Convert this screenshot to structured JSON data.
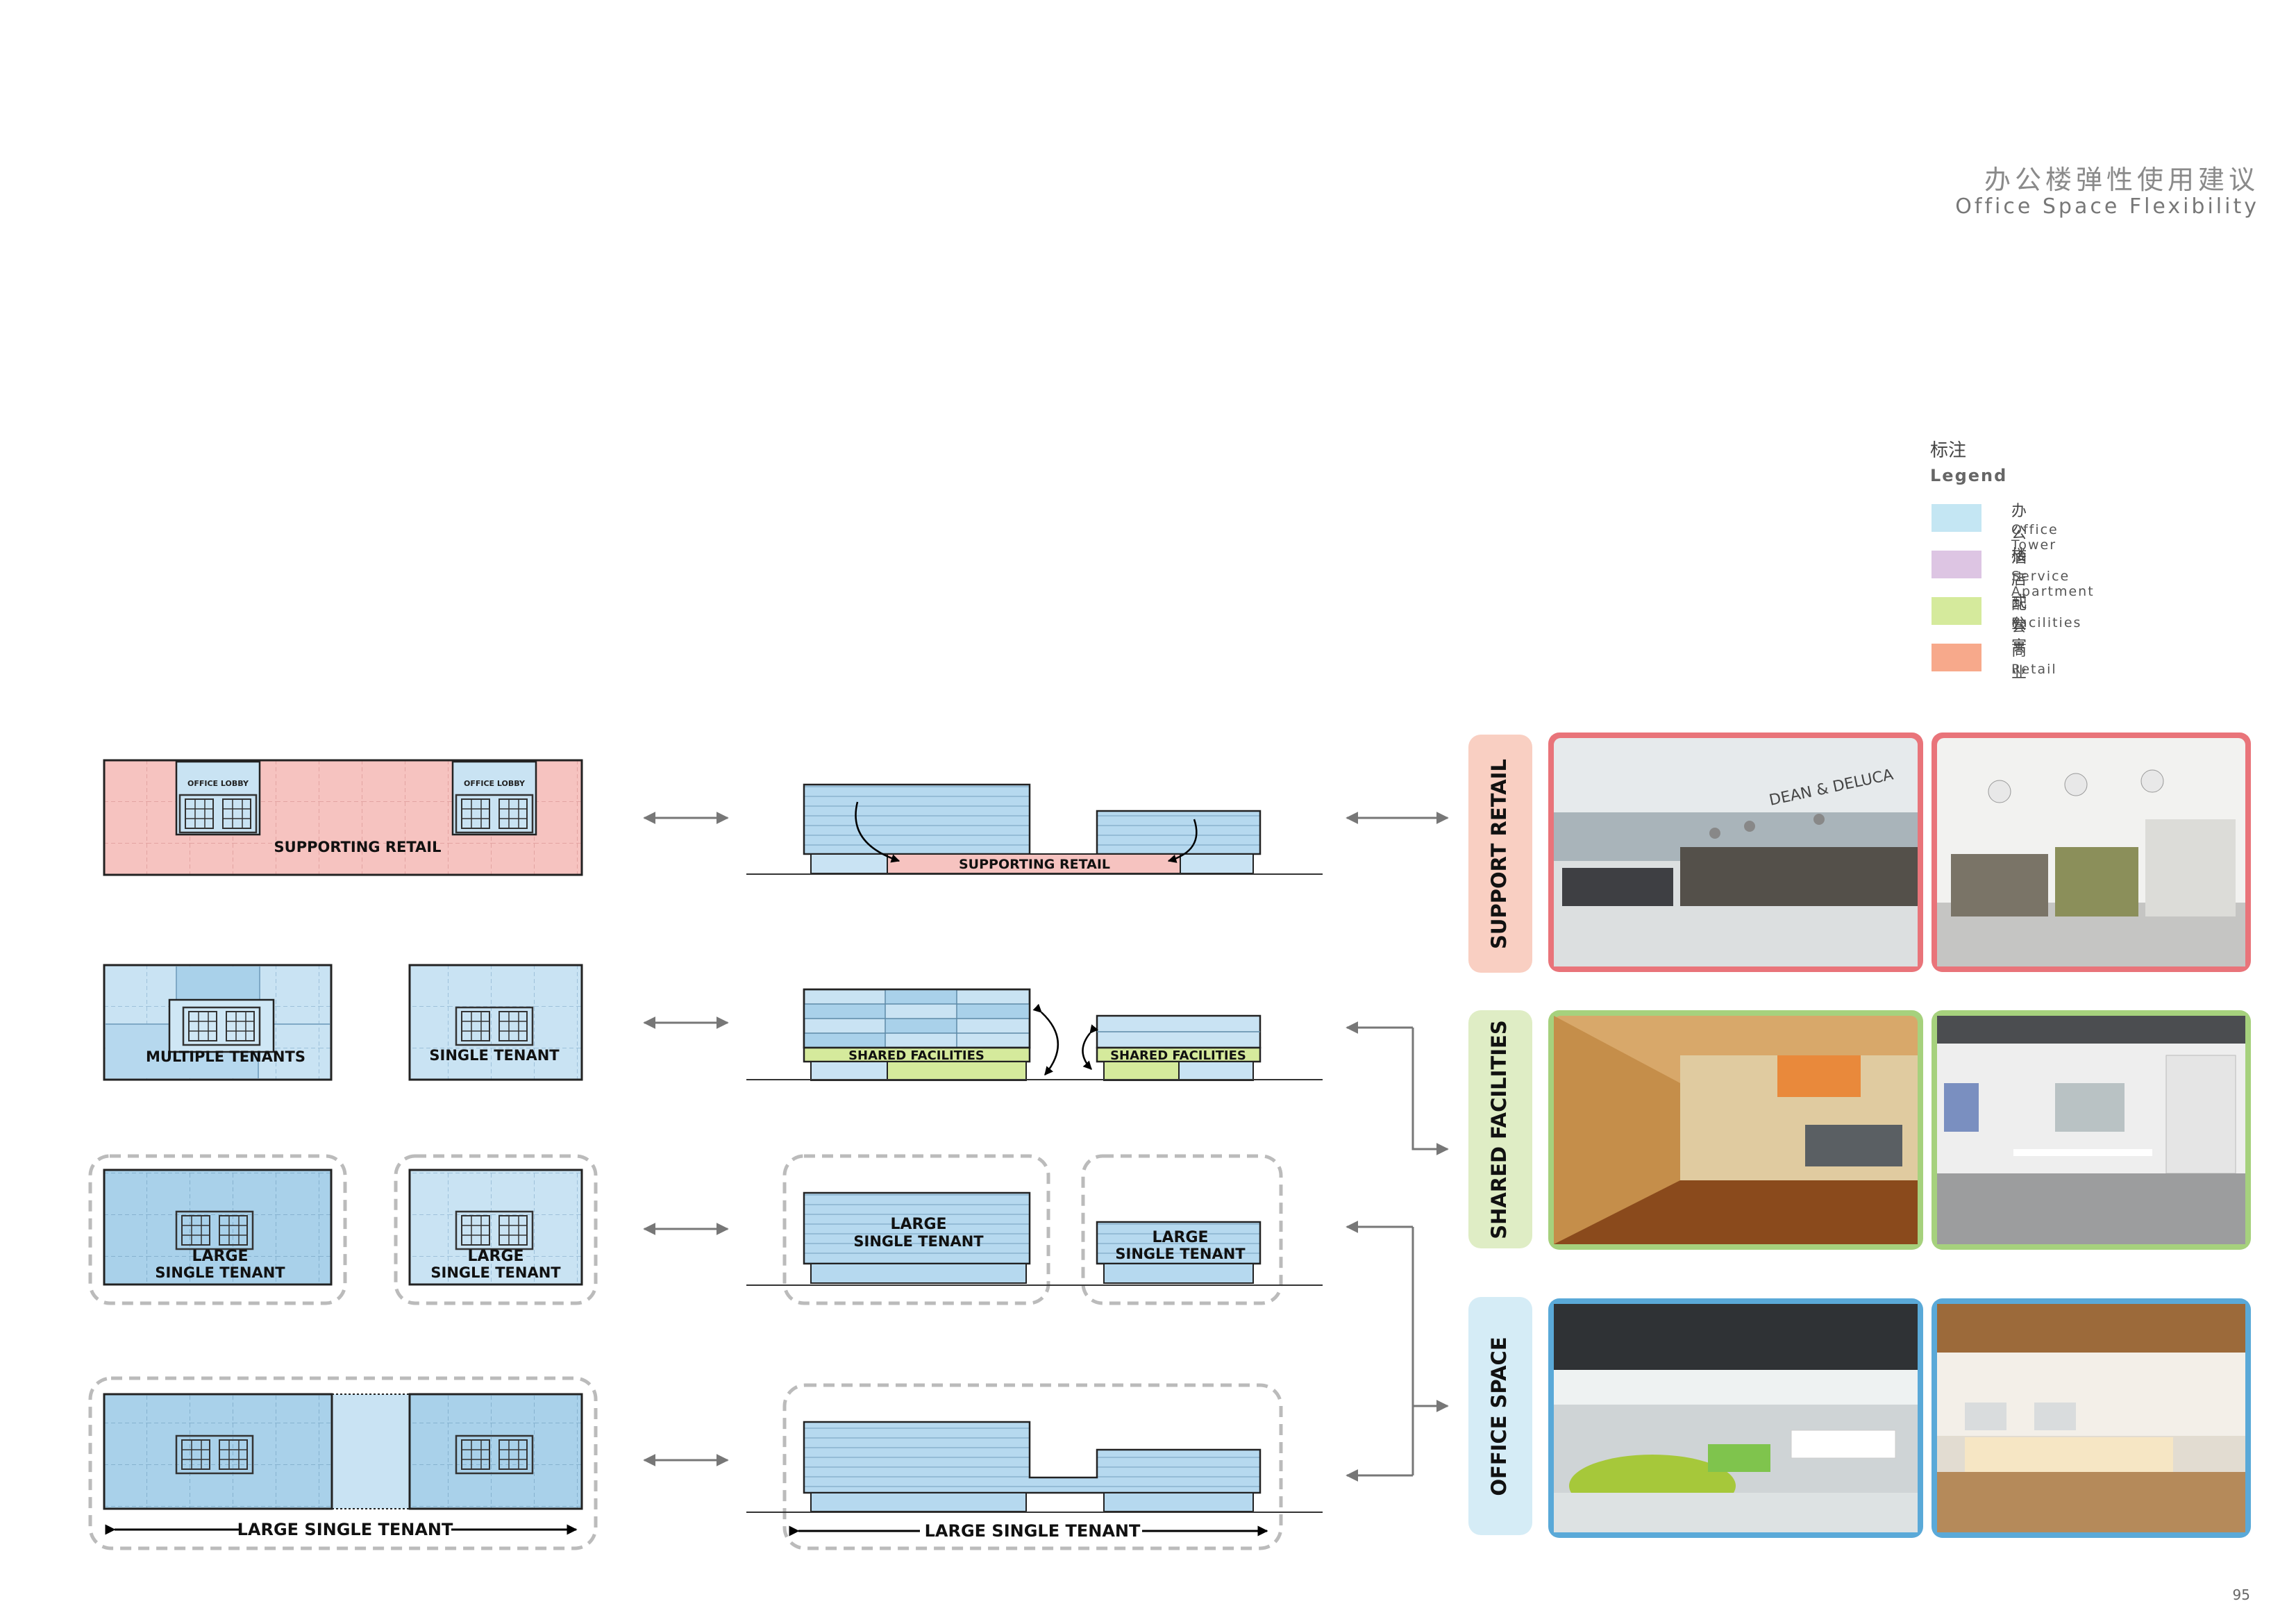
{
  "header": {
    "title_cn": "办公楼弹性使用建议",
    "title_en": "Office Space Flexibility"
  },
  "legend": {
    "title_cn": "标注",
    "title_en": "Legend",
    "items": [
      {
        "cn": "办公楼",
        "en": "Office Tower",
        "color": "#c4e6f3"
      },
      {
        "cn": "酒店式公寓",
        "en": "Service Apartment",
        "color": "#ddc5e3"
      },
      {
        "cn": "配套",
        "en": "Facilities",
        "color": "#d5ea9c"
      },
      {
        "cn": "商业",
        "en": "Retail",
        "color": "#f7a98b"
      }
    ]
  },
  "rows": {
    "row1": {
      "office_lobby": "OFFICE LOBBY",
      "plan_label": "SUPPORTING RETAIL",
      "section_label": "SUPPORTING RETAIL"
    },
    "row2": {
      "plan_label_a": "MULTIPLE TENANTS",
      "plan_label_b": "SINGLE TENANT",
      "section_label": "SHARED FACILITIES"
    },
    "row3": {
      "line1": "LARGE",
      "line2": "SINGLE TENANT"
    },
    "row4": {
      "plan_label": "LARGE SINGLE TENANT",
      "section_label": "LARGE SINGLE TENANT"
    }
  },
  "categories": [
    {
      "label": "SUPPORT RETAIL",
      "bg": "#f9cfc2",
      "border": "#e9747a"
    },
    {
      "label": "SHARED FACILITIES",
      "bg": "#dfedc5",
      "border": "#a6d17d"
    },
    {
      "label": "OFFICE SPACE",
      "bg": "#d5ecf6",
      "border": "#5aa9d8"
    }
  ],
  "photos": [
    {
      "name": "retail-photo-1",
      "caption": "DEAN & DELUCA"
    },
    {
      "name": "retail-photo-2",
      "caption": ""
    },
    {
      "name": "facilities-photo-1",
      "caption": ""
    },
    {
      "name": "facilities-photo-2",
      "caption": ""
    },
    {
      "name": "office-photo-1",
      "caption": ""
    },
    {
      "name": "office-photo-2",
      "caption": ""
    }
  ],
  "page_number": "95"
}
